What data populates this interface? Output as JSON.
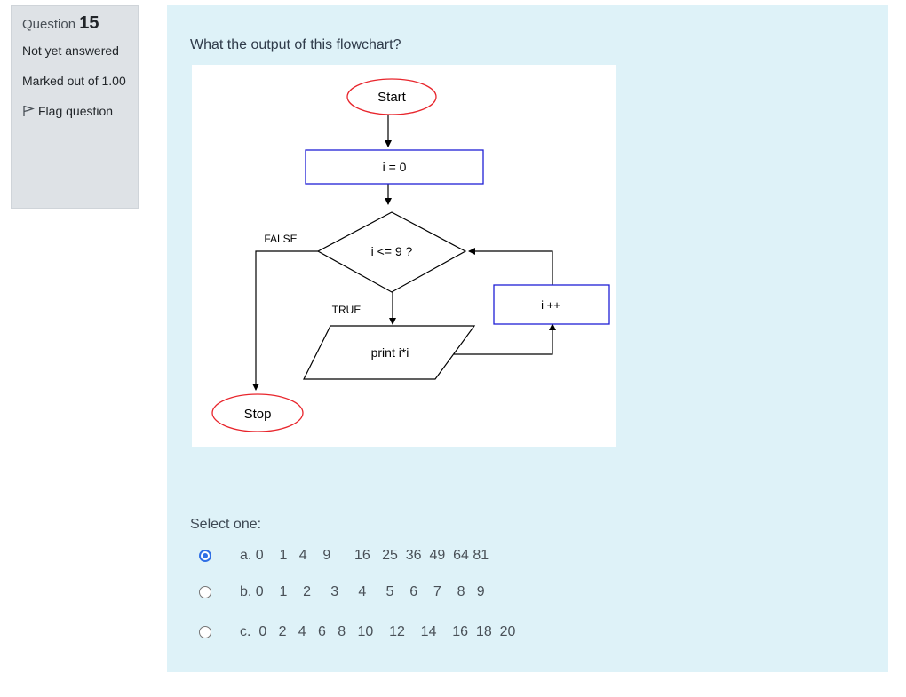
{
  "info": {
    "question_label": "Question",
    "question_number": "15",
    "state": "Not yet answered",
    "grade": "Marked out of 1.00",
    "flag_label": "Flag question"
  },
  "question": {
    "text": "What the output of this flowchart?",
    "prompt": "Select one:"
  },
  "flowchart": {
    "start": "Start",
    "init": "i = 0",
    "condition": "i <= 9 ?",
    "false_label": "FALSE",
    "true_label": "TRUE",
    "print": "print i*i",
    "increment": "i ++",
    "stop": "Stop",
    "colors": {
      "terminal": "#e8252c",
      "process": "#1f1fd6",
      "line": "#000000"
    }
  },
  "options": [
    {
      "text": "a. 0    1   4    9      16   25  36  49  64 81",
      "selected": true
    },
    {
      "text": "b. 0    1    2     3     4     5    6    7    8   9",
      "selected": false
    },
    {
      "text": "c.  0   2   4   6   8   10    12    14    16  18  20",
      "selected": false
    }
  ]
}
